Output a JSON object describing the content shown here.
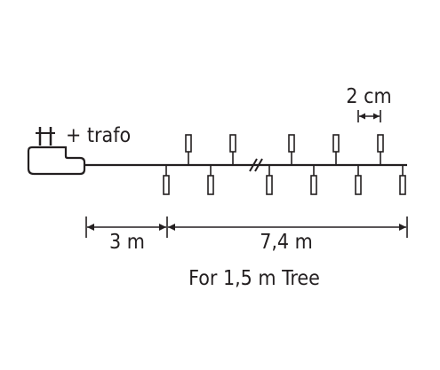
{
  "labels": {
    "trafo": "+ trafo",
    "spacing": "2 cm",
    "lead_length": "3 m",
    "string_length": "7,4 m",
    "tree_size": "For 1,5 m Tree"
  }
}
